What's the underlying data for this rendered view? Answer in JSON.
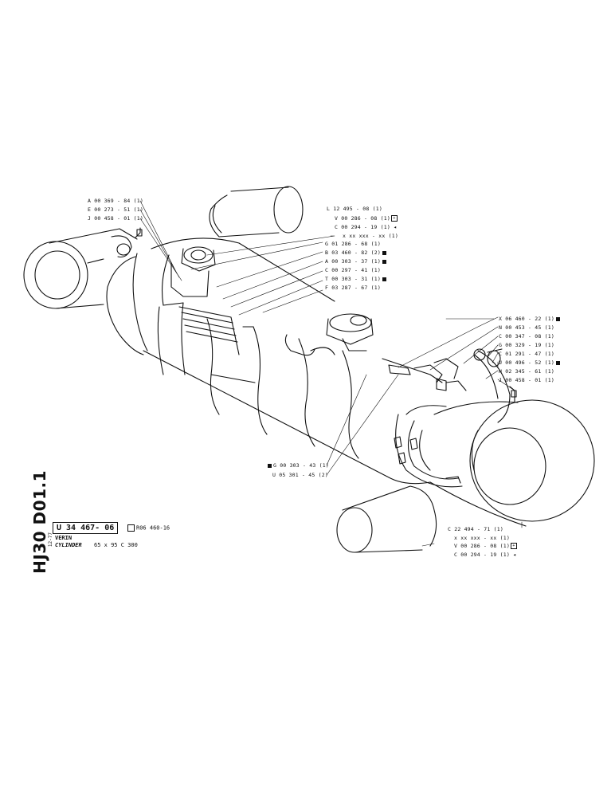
{
  "sidebar": {
    "code": "HJ30 D01.1",
    "date": "12-77"
  },
  "title_block": {
    "part_number": "U 34 467- 06",
    "reference": "R06 460-16",
    "name_fr": "VERIN",
    "name_en": "CYLINDER",
    "spec": "65 x 95  C 300"
  },
  "callouts": {
    "a369": "A 00 369 - 84 (1)",
    "e273": "E 00 273 - 51 (1)",
    "j458_top": "J 00 458 - 01 (1)",
    "l12495": "L 12 495 - 08 (1)",
    "v286_top": "V 00 286 - 08 (1)",
    "c294_top": "C 00 294 - 19 (1)",
    "xx_top": "x  xx  xxx - xx (1)",
    "g01286": "G 01 286 - 68 (1)",
    "b03460": "B 03 460 - 82 (2)",
    "a303": "A 00 303 - 37 (1)",
    "c297": "C 00 297 - 41 (1)",
    "t303": "T 00 303 - 31 (1)",
    "f03287": "F 03 287 - 67 (1)",
    "x06460": "X 06 460 - 22 (1)",
    "n453": "N 00 453 - 45 (1)",
    "c347": "C 00 347 - 08 (1)",
    "g329": "G 00 329 - 19 (1)",
    "c01291": "C 01 291 - 47 (1)",
    "u496": "U 00 496 - 52 (1)",
    "h02345": "H 02 345 - 61 (1)",
    "j458_right": "J 00 458 - 01 (1)",
    "g303": "G 00 303 - 43 (1)",
    "u05301": "U 05 301 - 45 (2)",
    "c22494": "C 22 494 - 71 (1)",
    "xx_bottom": "x  xx  xxx - xx (1)",
    "v286_bottom": "V 00 286 - 08 (1)",
    "c294_bottom": "C 00 294 - 19 (1)"
  }
}
